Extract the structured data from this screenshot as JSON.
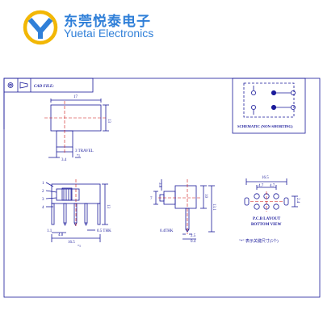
{
  "header": {
    "brand_cn": "东莞悦泰电子",
    "brand_en": "Yuetai Electronics",
    "brand_color": "#2f7fd8",
    "logo_colors": {
      "ring": "#f2b705",
      "letter": "#2f7fd8"
    },
    "logo_icon": "yt-logo-icon"
  },
  "drawing": {
    "line_color": "#1a1a9a",
    "centerline_color": "#cc1111",
    "cad_file_label": "CAD FILE:",
    "schematic_label": "SCHEMATIC (NON-SHORTING)",
    "top_view": {
      "width_dim": "17",
      "height_dim": "13",
      "travel_label": "3 TRAVEL",
      "tol_mark": "*1",
      "dim_3_4": "3.4"
    },
    "front_view": {
      "callouts": [
        "1",
        "2",
        "3",
        "4"
      ],
      "height_dim": "13",
      "thk_label": "0.5 THK",
      "dim_1_1": "1.1",
      "dim_4_8": "4.8",
      "dim_16_5": "16.5",
      "tol_mark": "*1"
    },
    "side_view": {
      "dim_3_8": "3.8",
      "dim_7": "7",
      "dim_10": "10",
      "dim_13_1": "13.1",
      "thk_label": "0.4THK",
      "dim_2_5": "2.5",
      "dim_0_4": "0.4"
    },
    "pcb_layout": {
      "dim_16_5": "16.5",
      "dim_4_7": "4.7",
      "dim_4_7b": "4.7",
      "dim_2_4": "2.4",
      "title": "P.C.B LAYOUT",
      "subtitle": "BOTTOM VIEW"
    },
    "note": "\"*\" 表示关键尺寸(5个)"
  }
}
